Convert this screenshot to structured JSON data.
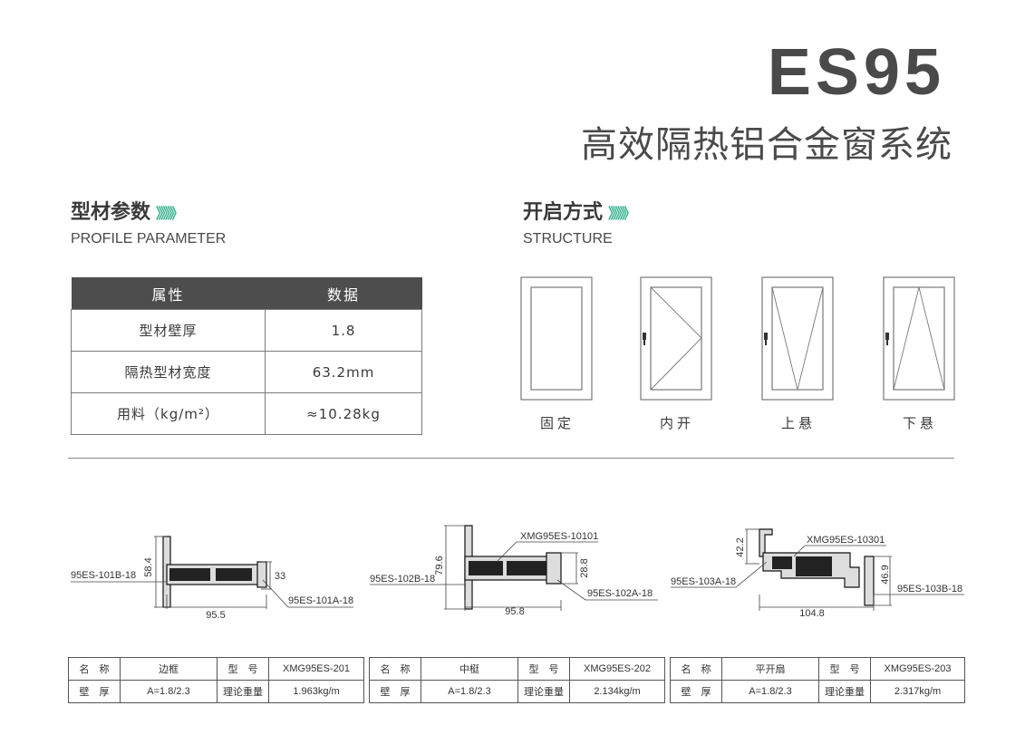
{
  "header": {
    "model": "ES95",
    "subtitle": "高效隔热铝合金窗系统"
  },
  "profile_section": {
    "title_cn": "型材参数",
    "arrows": "》》》》",
    "title_en": "PROFILE PARAMETER",
    "table": {
      "headers": [
        "属性",
        "数据"
      ],
      "rows": [
        [
          "型材壁厚",
          "1.8"
        ],
        [
          "隔热型材宽度",
          "63.2mm"
        ],
        [
          "用料（kg/m²）",
          "≈10.28kg"
        ]
      ]
    }
  },
  "structure_section": {
    "title_cn": "开启方式",
    "arrows": "》》》》",
    "title_en": "STRUCTURE",
    "types": [
      "固定",
      "内开",
      "上悬",
      "下悬"
    ]
  },
  "profiles": [
    {
      "left_label": "95ES-101B-18",
      "right_label": "95ES-101A-18",
      "width": "95.5",
      "height_outer": "58.4",
      "height_inner": "33"
    },
    {
      "top_label": "XMG95ES-10101",
      "left_label": "95ES-102B-18",
      "right_label": "95ES-102A-18",
      "width": "95.8",
      "height_outer": "79.6",
      "height_inner": "28.8"
    },
    {
      "top_label": "XMG95ES-10301",
      "left_label": "95ES-103A-18",
      "right_label": "95ES-103B-18",
      "width": "104.8",
      "height_outer": "42.2",
      "height_inner": "46.9"
    }
  ],
  "specs": [
    {
      "name_label": "名　称",
      "name": "边框",
      "model_label": "型　号",
      "model": "XMG95ES-201",
      "wall_label": "壁　厚",
      "wall": "A=1.8/2.3",
      "weight_label": "理论重量",
      "weight": "1.963kg/m"
    },
    {
      "name_label": "名　称",
      "name": "中梃",
      "model_label": "型　号",
      "model": "XMG95ES-202",
      "wall_label": "壁　厚",
      "wall": "A=1.8/2.3",
      "weight_label": "理论重量",
      "weight": "2.134kg/m"
    },
    {
      "name_label": "名　称",
      "name": "平开扇",
      "model_label": "型　号",
      "model": "XMG95ES-203",
      "wall_label": "壁　厚",
      "wall": "A=1.8/2.3",
      "weight_label": "理论重量",
      "weight": "2.317kg/m"
    }
  ],
  "colors": {
    "accent": "#3bb390",
    "header_bg": "#4d4d4d",
    "text": "#3a3a3a"
  }
}
